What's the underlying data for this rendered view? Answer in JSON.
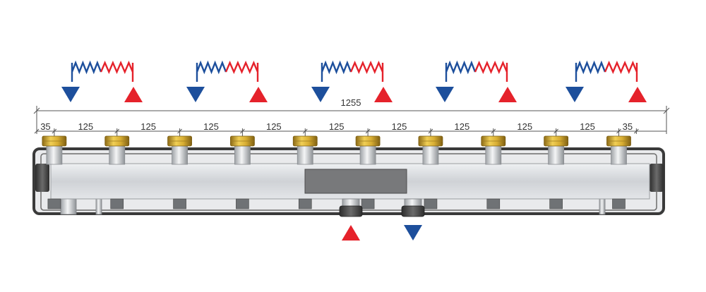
{
  "colors": {
    "supply": "#1d4f9c",
    "return": "#e5222b",
    "body": "#d4d6d9",
    "frame": "#3a3a3a",
    "brass": "#c9a233"
  },
  "dimensions": {
    "total": "1255",
    "segments": [
      "35",
      "125",
      "125",
      "125",
      "125",
      "125",
      "125",
      "125",
      "125",
      "125",
      "35"
    ]
  },
  "heating_circuits": [
    {
      "supply_symbol": "down-triangle-blue",
      "return_symbol": "up-triangle-red"
    },
    {
      "supply_symbol": "down-triangle-blue",
      "return_symbol": "up-triangle-red"
    },
    {
      "supply_symbol": "down-triangle-blue",
      "return_symbol": "up-triangle-red"
    },
    {
      "supply_symbol": "down-triangle-blue",
      "return_symbol": "up-triangle-red"
    },
    {
      "supply_symbol": "down-triangle-blue",
      "return_symbol": "up-triangle-red"
    }
  ],
  "bottom_connections": [
    {
      "symbol": "up-triangle-red"
    },
    {
      "symbol": "down-triangle-blue"
    }
  ],
  "icons": [
    "coil-icon",
    "supply-arrow-icon",
    "return-arrow-icon",
    "brass-nut-icon"
  ]
}
